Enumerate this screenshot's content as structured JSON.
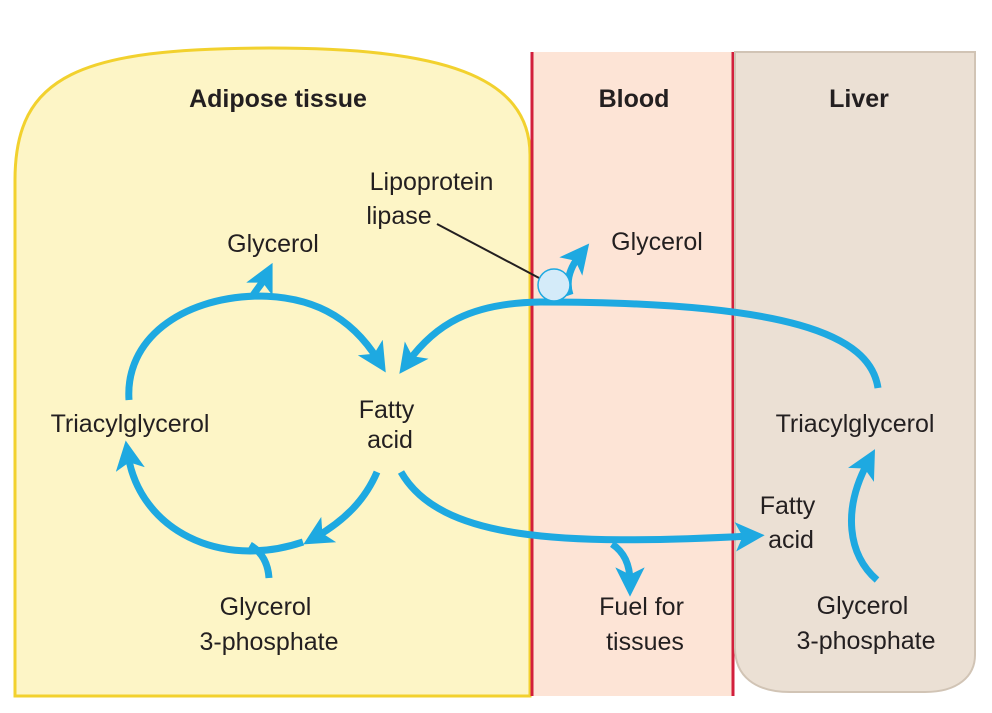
{
  "regions": {
    "adipose": {
      "title": "Adipose tissue",
      "fill": "#fdf5c6",
      "border": "#f2d12e"
    },
    "blood": {
      "title": "Blood",
      "fill": "#fde4d6",
      "border": "#d21f3c"
    },
    "liver": {
      "title": "Liver",
      "fill": "#ebe0d4",
      "border": "#d1c4b5"
    }
  },
  "labels": {
    "lipoprotein_lipase": [
      "Lipoprotein",
      "lipase"
    ],
    "adipose_glycerol": "Glycerol",
    "blood_glycerol": "Glycerol",
    "adipose_triacylglycerol": "Triacylglycerol",
    "adipose_fatty_acid": [
      "Fatty",
      "acid"
    ],
    "adipose_glycerol_3_phosphate": [
      "Glycerol",
      "3-phosphate"
    ],
    "fuel_for_tissues": [
      "Fuel for",
      "tissues"
    ],
    "liver_triacylglycerol": "Triacylglycerol",
    "liver_fatty_acid": [
      "Fatty",
      "acid"
    ],
    "liver_glycerol_3_phosphate": [
      "Glycerol",
      "3-phosphate"
    ]
  },
  "colors": {
    "arrow": "#1ea9e1",
    "enzyme_fill": "#d4ebf9",
    "enzyme_stroke": "#1ea9e1",
    "pointer_line": "#231f20"
  },
  "icons": {
    "enzyme": "lipoprotein-lipase-circle"
  }
}
